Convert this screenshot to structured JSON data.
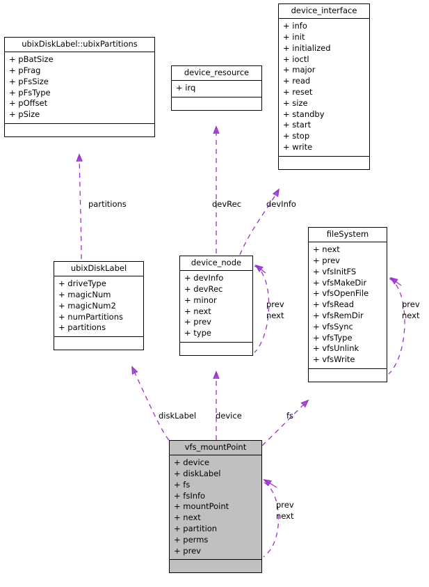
{
  "diagram": {
    "type": "uml-class-collaboration-diagram",
    "edge_color": "#9932cc",
    "box_border_color": "#000000",
    "highlight_fill": "#c0c0c0",
    "background": "#ffffff"
  },
  "classes": [
    {
      "id": "ubixPartitions",
      "name": "ubixDiskLabel::ubixPartitions",
      "attributes": [
        "+ pBatSize",
        "+ pFrag",
        "+ pFsSize",
        "+ pFsType",
        "+ pOffset",
        "+ pSize"
      ],
      "operations": [],
      "highlighted": false
    },
    {
      "id": "device_resource",
      "name": "device_resource",
      "attributes": [
        "+ irq"
      ],
      "operations": [],
      "highlighted": false
    },
    {
      "id": "device_interface",
      "name": "device_interface",
      "attributes": [
        "+ info",
        "+ init",
        "+ initialized",
        "+ ioctl",
        "+ major",
        "+ read",
        "+ reset",
        "+ size",
        "+ standby",
        "+ start",
        "+ stop",
        "+ write"
      ],
      "operations": [],
      "highlighted": false
    },
    {
      "id": "ubixDiskLabel",
      "name": "ubixDiskLabel",
      "attributes": [
        "+ driveType",
        "+ magicNum",
        "+ magicNum2",
        "+ numPartitions",
        "+ partitions"
      ],
      "operations": [],
      "highlighted": false
    },
    {
      "id": "device_node",
      "name": "device_node",
      "attributes": [
        "+ devInfo",
        "+ devRec",
        "+ minor",
        "+ next",
        "+ prev",
        "+ type"
      ],
      "operations": [],
      "highlighted": false
    },
    {
      "id": "fileSystem",
      "name": "fileSystem",
      "attributes": [
        "+ next",
        "+ prev",
        "+ vfsInitFS",
        "+ vfsMakeDir",
        "+ vfsOpenFile",
        "+ vfsRead",
        "+ vfsRemDir",
        "+ vfsSync",
        "+ vfsType",
        "+ vfsUnlink",
        "+ vfsWrite"
      ],
      "operations": [],
      "highlighted": false
    },
    {
      "id": "vfs_mountPoint",
      "name": "vfs_mountPoint",
      "attributes": [
        "+ device",
        "+ diskLabel",
        "+ fs",
        "+ fsInfo",
        "+ mountPoint",
        "+ next",
        "+ partition",
        "+ perms",
        "+ prev"
      ],
      "operations": [],
      "highlighted": true
    }
  ],
  "edge_labels": [
    {
      "id": "partitions",
      "text": "partitions"
    },
    {
      "id": "devRec",
      "text": "devRec"
    },
    {
      "id": "devInfo",
      "text": "devInfo"
    },
    {
      "id": "node_prev",
      "text": "prev"
    },
    {
      "id": "node_next",
      "text": "next"
    },
    {
      "id": "fs_prev",
      "text": "prev"
    },
    {
      "id": "fs_next",
      "text": "next"
    },
    {
      "id": "diskLabel",
      "text": "diskLabel"
    },
    {
      "id": "device",
      "text": "device"
    },
    {
      "id": "fs",
      "text": "fs"
    },
    {
      "id": "mp_prev",
      "text": "prev"
    },
    {
      "id": "mp_next",
      "text": "next"
    }
  ]
}
